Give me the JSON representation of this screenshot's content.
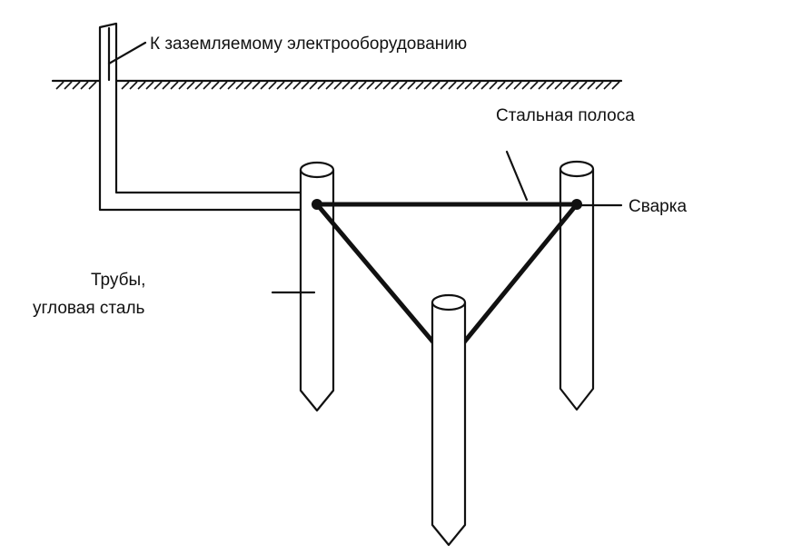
{
  "labels": {
    "to_equipment": "К заземляемому электрооборудованию",
    "steel_strip": "Стальная полоса",
    "welding": "Сварка",
    "pipes_line1": "Трубы,",
    "pipes_line2": "угловая сталь"
  }
}
